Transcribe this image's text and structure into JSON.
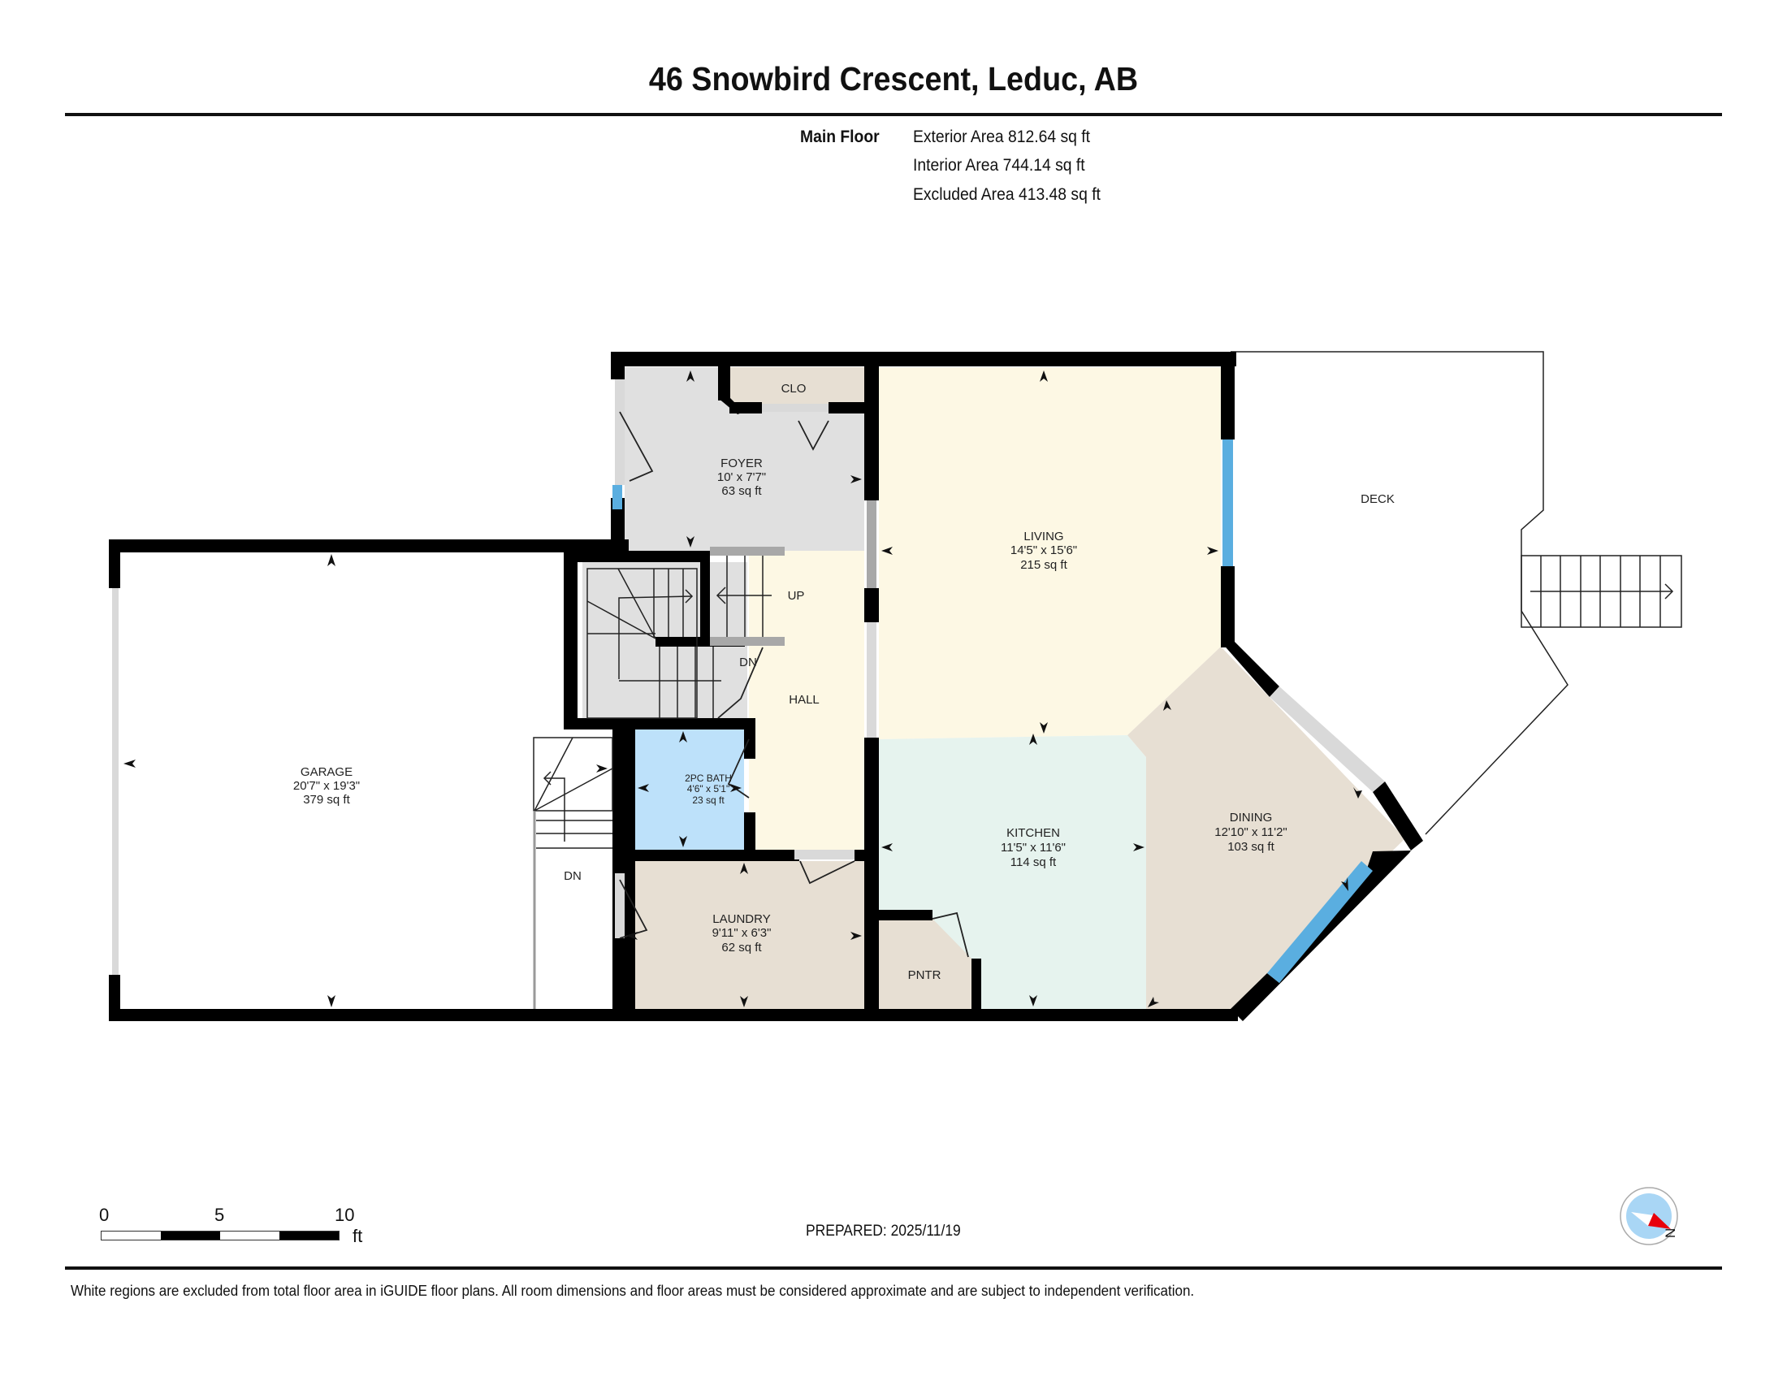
{
  "header": {
    "title": "46 Snowbird Crescent, Leduc, AB",
    "floor_name": "Main Floor",
    "areas": [
      {
        "label": "Exterior Area 812.64 sq ft"
      },
      {
        "label": "Interior Area 744.14 sq ft"
      },
      {
        "label": "Excluded Area 413.48 sq ft"
      }
    ]
  },
  "rooms": {
    "garage": {
      "name": "GARAGE",
      "dims": "20'7\" x 19'3\"",
      "area": "379 sq ft"
    },
    "foyer": {
      "name": "FOYER",
      "dims": "10' x 7'7\"",
      "area": "63 sq ft"
    },
    "closet": {
      "name": "CLO"
    },
    "living": {
      "name": "LIVING",
      "dims": "14'5\" x 15'6\"",
      "area": "215 sq ft"
    },
    "deck": {
      "name": "DECK"
    },
    "hall": {
      "name": "HALL"
    },
    "bath": {
      "name": "2PC BATH",
      "dims": "4'6\" x 5'1\"",
      "area": "23 sq ft"
    },
    "laundry": {
      "name": "LAUNDRY",
      "dims": "9'11\" x 6'3\"",
      "area": "62 sq ft"
    },
    "kitchen": {
      "name": "KITCHEN",
      "dims": "11'5\" x 11'6\"",
      "area": "114 sq ft"
    },
    "dining": {
      "name": "DINING",
      "dims": "12'10\" x 11'2\"",
      "area": "103 sq ft"
    },
    "pantry": {
      "name": "PNTR"
    }
  },
  "stairs": {
    "up_label": "UP",
    "down_label_hall": "DN",
    "down_label_garage": "DN"
  },
  "colors": {
    "wall": "#000000",
    "foyer": "#e0e0e0",
    "closet": "#e7dfd3",
    "living": "#fdf8e4",
    "hall": "#fdf8e4",
    "kitchen": "#e6f3ee",
    "dining": "#e7dfd3",
    "laundry": "#e7dfd3",
    "pantry": "#e7dfd3",
    "bath": "#bde1fa",
    "window": "#5aaee0",
    "door_opening": "#d9d9d9",
    "compass_fill": "#a9d6f5",
    "compass_needle": "#e8000b"
  },
  "scale_bar": {
    "ticks": [
      "0",
      "5",
      "10"
    ],
    "unit": "ft"
  },
  "footer": {
    "prepared": "PREPARED: 2025/11/19",
    "disclaimer": "White regions are excluded from total floor area in iGUIDE floor plans. All room dimensions and floor areas must be considered approximate and are subject to independent verification.",
    "compass_label": "N"
  }
}
